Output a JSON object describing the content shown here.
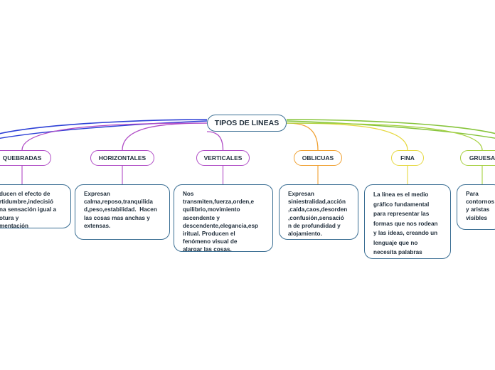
{
  "root": {
    "label": "TIPOS DE LINEAS"
  },
  "topics": [
    {
      "key": "quebradas",
      "label": "QUEBRADAS",
      "color": "#b04cc6",
      "description": "ducen el efecto de\nrtidumbre,indecisió\nna sensación igual a\notura y\nmentación"
    },
    {
      "key": "horizontales",
      "label": "HORIZONTALES",
      "color": "#b04cc6",
      "description": "Expresan\ncalma,reposo,tranquilida\nd,peso,estabilidad.  Hacen\nlas cosas mas anchas y\nextensas."
    },
    {
      "key": "verticales",
      "label": "VERTICALES",
      "color": "#b04cc6",
      "description": "Nos\ntransmiten,fuerza,orden,e\nquilibrio,movimiento\nascendente y\ndescendente,elegancia,esp\niritual. Producen el\nfenómeno visual de\nalargar las cosas."
    },
    {
      "key": "oblicuas",
      "label": "OBLICUAS",
      "color": "#f0a030",
      "description": "Expresan\nsiniestralidad,acción\n,caída,caos,desorden\n,confusión,sensació\nn de profundidad y\nalojamiento."
    },
    {
      "key": "fina",
      "label": "FINA",
      "color": "#e6d840",
      "description": "La línea es el medio\ngráfico fundamental\npara representar las\nformas que nos rodean\ny las ideas, creando un\nlenguaje que no\nnecesita palabras"
    },
    {
      "key": "gruesa",
      "label": "GRUESA",
      "color": "#a6d040",
      "description": "Para\ncontornos\ny aristas\nvisibles"
    }
  ],
  "colors": {
    "root_border": "#3a6e93",
    "note_border": "#3a6e93",
    "branch_blue": "#2c3fd6",
    "branch_green": "#86c43a"
  }
}
